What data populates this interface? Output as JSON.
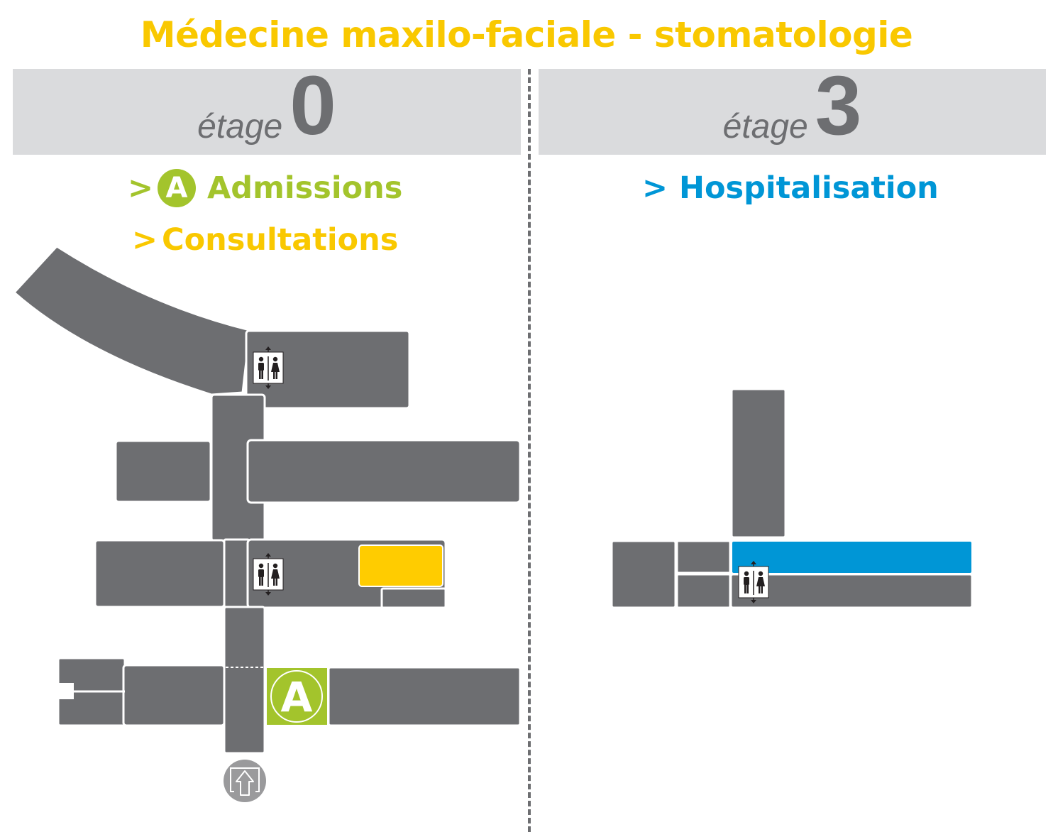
{
  "title": "Médecine maxilo-faciale - stomatologie",
  "floors": [
    {
      "word": "étage",
      "number": "0"
    },
    {
      "word": "étage",
      "number": "3"
    }
  ],
  "legend": {
    "admissions": {
      "chevron": ">",
      "badge": "A",
      "label": "Admissions",
      "color": "#A3C42C"
    },
    "consultations": {
      "chevron": ">",
      "label": "Consultations",
      "color": "#F9C800"
    },
    "hospitalisation": {
      "chevron": ">",
      "label": "Hospitalisation",
      "color": "#0096D6"
    }
  },
  "map_markers": {
    "admissions_badge": "A"
  },
  "colors": {
    "building": "#6D6E71",
    "floor_bar": "#DADBDD",
    "title": "#F9C800",
    "admissions": "#A3C42C",
    "consultations": "#FFCC00",
    "hospitalisation": "#0096D6",
    "entrance": "#9A9A9C"
  },
  "icons": [
    "elevator-icon",
    "restroom-icon",
    "entrance-arrow-icon"
  ]
}
